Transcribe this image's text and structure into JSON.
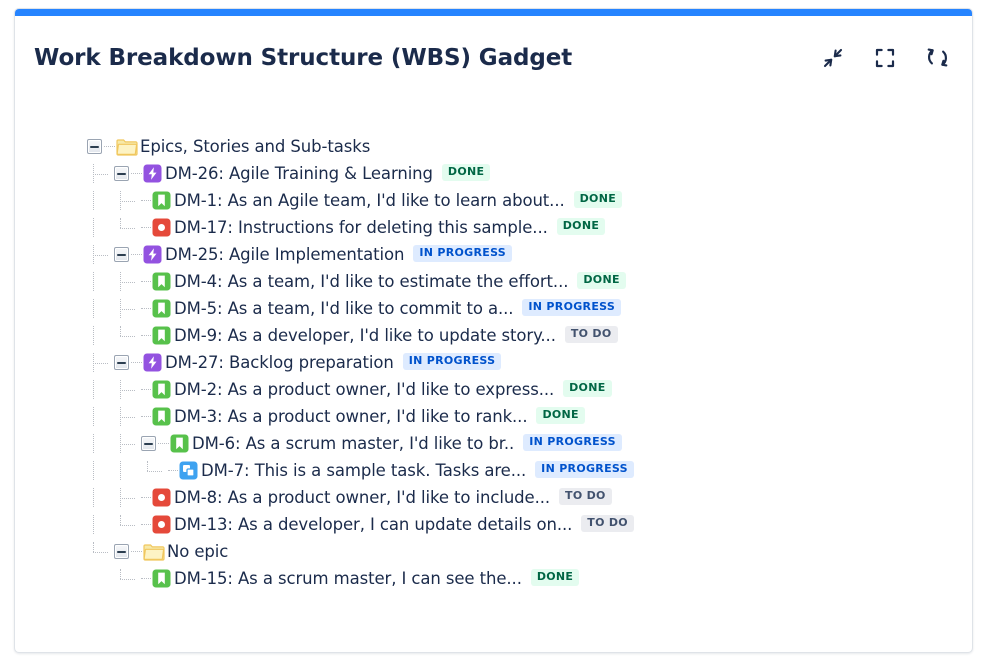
{
  "card": {
    "accent_color": "#2684ff",
    "title": "Work Breakdown Structure (WBS) Gadget",
    "actions": [
      {
        "name": "collapse-icon",
        "label": "Collapse"
      },
      {
        "name": "maximize-icon",
        "label": "Maximize"
      },
      {
        "name": "refresh-icon",
        "label": "Refresh"
      }
    ]
  },
  "status_colors": {
    "done_bg": "#e3fcef",
    "done_fg": "#006644",
    "inprogress_bg": "#deebff",
    "inprogress_fg": "#0052cc",
    "todo_bg": "#ebecf0",
    "todo_fg": "#42526e"
  },
  "icon_colors": {
    "folder": "#f0c75e",
    "epic": "#9352e0",
    "story": "#57c14b",
    "bug": "#e5493a",
    "subtask": "#3ea2f0"
  },
  "tree": {
    "rows": [
      {
        "depth": 0,
        "icon": "folder-icon",
        "type": "folder",
        "expander": "minus",
        "label": "Epics, Stories and Sub-tasks",
        "status": ""
      },
      {
        "depth": 1,
        "icon": "epic-icon",
        "type": "epic",
        "expander": "minus",
        "label": "DM-26: Agile Training & Learning",
        "status": "DONE",
        "status_class": "done"
      },
      {
        "depth": 2,
        "icon": "story-icon",
        "type": "story",
        "expander": "none",
        "label": "DM-1: As an Agile team, I'd like to learn about...",
        "status": "DONE",
        "status_class": "done"
      },
      {
        "depth": 2,
        "icon": "bug-icon",
        "type": "bug",
        "expander": "none",
        "label": "DM-17: Instructions for deleting this sample...",
        "status": "DONE",
        "status_class": "done"
      },
      {
        "depth": 1,
        "icon": "epic-icon",
        "type": "epic",
        "expander": "minus",
        "label": "DM-25: Agile Implementation",
        "status": "IN PROGRESS",
        "status_class": "inprogress"
      },
      {
        "depth": 2,
        "icon": "story-icon",
        "type": "story",
        "expander": "none",
        "label": "DM-4: As a team, I'd like to estimate the effort...",
        "status": "DONE",
        "status_class": "done"
      },
      {
        "depth": 2,
        "icon": "story-icon",
        "type": "story",
        "expander": "none",
        "label": "DM-5: As a team, I'd like to commit to a...",
        "status": "IN PROGRESS",
        "status_class": "inprogress"
      },
      {
        "depth": 2,
        "icon": "story-icon",
        "type": "story",
        "expander": "none",
        "label": "DM-9: As a developer, I'd like to update story...",
        "status": "TO DO",
        "status_class": "todo"
      },
      {
        "depth": 1,
        "icon": "epic-icon",
        "type": "epic",
        "expander": "minus",
        "label": "DM-27: Backlog preparation",
        "status": "IN PROGRESS",
        "status_class": "inprogress"
      },
      {
        "depth": 2,
        "icon": "story-icon",
        "type": "story",
        "expander": "none",
        "label": "DM-2: As a product owner, I'd like to express...",
        "status": "DONE",
        "status_class": "done"
      },
      {
        "depth": 2,
        "icon": "story-icon",
        "type": "story",
        "expander": "none",
        "label": "DM-3: As a product owner, I'd like to rank...",
        "status": "DONE",
        "status_class": "done"
      },
      {
        "depth": 2,
        "icon": "story-icon",
        "type": "story",
        "expander": "minus",
        "label": "DM-6: As a scrum master, I'd like to br..",
        "status": "IN PROGRESS",
        "status_class": "inprogress"
      },
      {
        "depth": 3,
        "icon": "subtask-icon",
        "type": "subtask",
        "expander": "none",
        "label": "DM-7: This is a sample task. Tasks are...",
        "status": "IN PROGRESS",
        "status_class": "inprogress"
      },
      {
        "depth": 2,
        "icon": "bug-icon",
        "type": "bug",
        "expander": "none",
        "label": "DM-8: As a product owner, I'd like to include...",
        "status": "TO DO",
        "status_class": "todo"
      },
      {
        "depth": 2,
        "icon": "bug-icon",
        "type": "bug",
        "expander": "none",
        "label": "DM-13: As a developer, I can update details on...",
        "status": "TO DO",
        "status_class": "todo"
      },
      {
        "depth": 1,
        "icon": "folder-icon",
        "type": "folder",
        "expander": "minus",
        "label": "No epic",
        "status": ""
      },
      {
        "depth": 2,
        "icon": "story-icon",
        "type": "story",
        "expander": "none",
        "label": "DM-15: As a scrum master, I can see the...",
        "status": "DONE",
        "status_class": "done"
      }
    ]
  }
}
